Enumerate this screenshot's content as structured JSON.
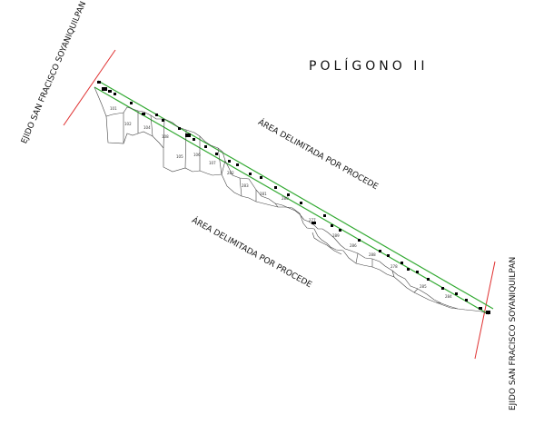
{
  "map": {
    "title": "POLÍGONO II",
    "area_label_upper": "ÁREA DELIMITADA POR PROCEDE",
    "area_label_lower": "ÁREA DELIMITADA POR PROCEDE",
    "ejido_label_left": "EJIDO SAN FRACISCO SOYANIQUILPAN",
    "ejido_label_right": "EJIDO SAN FRACISCO SOYANIQUILPAN",
    "parcel_labels": [
      "101",
      "102",
      "104",
      "108",
      "105",
      "106",
      "107",
      "282",
      "283",
      "281",
      "280",
      "277",
      "289",
      "286",
      "288",
      "278",
      "285",
      "284"
    ],
    "colors": {
      "boundary": "#e03030",
      "corridor": "#33aa33",
      "parcel_lines": "#444444",
      "markers": "#000000"
    }
  }
}
